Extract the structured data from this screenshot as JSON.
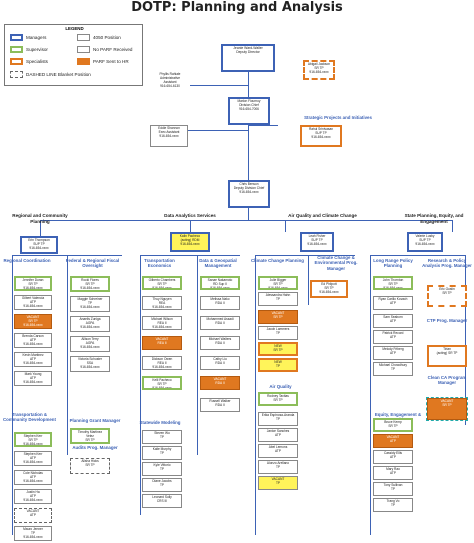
{
  "title": "DOTP: Planning and Analysis",
  "legend": {
    "title": "LEGEND",
    "items": [
      {
        "label": "Managers"
      },
      {
        "label": "4050 Position"
      },
      {
        "label": "Supervisor"
      },
      {
        "label": "No PARF Received"
      },
      {
        "label": "Specialists"
      },
      {
        "label": "PARF Sent to HR"
      },
      {
        "label": "DASHED LINE  Blanket Position"
      }
    ]
  },
  "top": {
    "deputy_director": "Jeanie Ward-Waller\nDeputy Director",
    "admin_assistant": "Phyllis Rahiale\nAdministrative\nAssistant\n916-654-6130",
    "abigail": "Abigail Jackson\nSR TP\n916-654-xxxx",
    "admin_2": "Eddie Shannon\nExec Assistant\n916-654-xxxx",
    "division_chief": "Marlon Flournoy\nDivision Chief\n916-654-7006",
    "strategic_heading": "Strategic Projects and Initiatives",
    "rahul": "Rahul Srinivasan\nSUP TP\n916-654-xxxx",
    "deputy_chief": "Chris Benson\nDeputy Division Chief\n916-654-xxxx"
  },
  "branches": [
    {
      "heading": "Regional and Community Planning",
      "manager": "Erin Thompson\nSUP TP\n916-654-xxxx"
    },
    {
      "heading": "Data Analytics Services",
      "manager": "Kalin Pacheco\n(acting) RDM\n916-654-xxxx"
    },
    {
      "heading": "Air Quality and Climate Change",
      "manager": "Leah Fisher\nSUP TP\n916-654-xxxx"
    },
    {
      "heading": "State Planning, Equity, and Engagement",
      "manager": "Valerie Lusby\nSUP TP\n916-654-xxxx"
    }
  ],
  "sections": {
    "regional_coordination": "Regional Coordination",
    "federal_regional": "Federal & Regional Fiscal Oversight",
    "planning_grant": "Planning Grant Manager",
    "audits": "Audits Prog. Manager",
    "transportation_community": "Transportation & Community Development",
    "transportation_economics": "Transportation Economics",
    "data_geospatial": "Data & Geospatial Management",
    "statewide_modeling": "Statewide Modeling",
    "climate_change_planning": "Climate Change Planning",
    "climate_env": "Climate Change & Environmental Prog. Manager",
    "air_quality": "Air Quality",
    "long_range": "Long Range Policy Planning",
    "research_policy": "Research & Policy Analysis Prog. Manager",
    "ctp": "CTP Prog. Manager",
    "equity": "Equity, Engagement & Health",
    "clean_ca": "Clean CA Program Manager"
  },
  "columns": {
    "col1": [
      {
        "text": "Jennifer Duran\nSR TP\n916-654-xxxx",
        "style": "green"
      },
      {
        "text": "Gilbert Valencia\nATP\n916-654-xxxx",
        "style": "plain"
      },
      {
        "text": "VACANT\nSR TP\n916-654-xxxx",
        "style": "orangefill"
      },
      {
        "text": "Brenda Carson\nATP\n916-654-xxxx",
        "style": "plain"
      },
      {
        "text": "Kevin Martinez\nATP\n916-654-xxxx",
        "style": "plain"
      },
      {
        "text": "Mark Young\nATP\n916-654-xxxx",
        "style": "plain"
      }
    ],
    "col1b": [
      {
        "text": "Stephen Kerr\nSR TP\n916-654-xxxx",
        "style": "green"
      },
      {
        "text": "Stephen Kerr\nATP\n916-654-xxxx",
        "style": "plain"
      },
      {
        "text": "Cole Nicholas\nATP\n916-654-xxxx",
        "style": "plain"
      },
      {
        "text": "Justin Ha\nATP\n916-654-xxxx",
        "style": "plain"
      },
      {
        "text": "VACANT\nATP",
        "style": "dash"
      },
      {
        "text": "Mauro Jenner\nTP\n916-654-xxxx",
        "style": "plain"
      }
    ],
    "col2": [
      {
        "text": "Rocki Flores\nSR TP\n916-654-xxxx",
        "style": "green"
      },
      {
        "text": "Maggie Schreiner\nTP\n916-654-xxxx",
        "style": "plain"
      },
      {
        "text": "Anaelis Zuniga\nAGPA\n916-654-xxxx",
        "style": "plain"
      },
      {
        "text": "Allison Terry\nAGPA\n916-654-xxxx",
        "style": "plain"
      },
      {
        "text": "Victoria Schuster\nSSA\n916-654-xxxx",
        "style": "plain"
      },
      {
        "text": "Timothy Martinez\nVelez\nSR TP",
        "style": "green"
      },
      {
        "text": "Alisha Hicks\nSR TP",
        "style": "dash"
      }
    ],
    "col3": [
      {
        "text": "Gilberto Chambers\nSR TP\n916-654-xxxx",
        "style": "green"
      },
      {
        "text": "Thuy Nguyen\nREA\n916-654-xxxx",
        "style": "plain"
      },
      {
        "text": "Michael Wilson\nREA II\n916-654-xxxx",
        "style": "plain"
      },
      {
        "text": "VACANT\nREA II",
        "style": "orangefill"
      },
      {
        "text": "Dickson Owen\nREA II\n916-654-xxxx",
        "style": "plain"
      },
      {
        "text": "Kelli Pacheco\nSR TP\n916-654-xxxx",
        "style": "green"
      },
      {
        "text": "Steven Wu\nTP",
        "style": "plain"
      },
      {
        "text": "Kalie Murphy\nTP",
        "style": "plain"
      },
      {
        "text": "Kyle Vittorio\nTP",
        "style": "plain"
      },
      {
        "text": "Diane Jacobs\nTP",
        "style": "plain"
      },
      {
        "text": "Leonard Sully\nCRS III",
        "style": "plain"
      }
    ],
    "col4": [
      {
        "text": "Sanae Nakamoto\nRD Sup II\n916-654-xxxx",
        "style": "green"
      },
      {
        "text": "Melissa Nako\nRDA II",
        "style": "plain"
      },
      {
        "text": "Mohammed Assadi\nRDA II",
        "style": "plain"
      },
      {
        "text": "Michael Walters\nRDA II",
        "style": "plain"
      },
      {
        "text": "Cathy Liu\nRDA II",
        "style": "plain"
      },
      {
        "text": "VACANT\nRDA II",
        "style": "orangefill"
      },
      {
        "text": "Russell Walker\nRDA II",
        "style": "plain"
      }
    ],
    "col5": [
      {
        "text": "Julie Bigger\nSR TP\n916-654-xxxx",
        "style": "green"
      },
      {
        "text": "Alessandra Hahn\nTP",
        "style": "plain"
      },
      {
        "text": "VACANT\nSR TP",
        "style": "orangefill"
      },
      {
        "text": "Jacob Lammers\nTP",
        "style": "plain"
      },
      {
        "text": "NEW\nSR TP",
        "style": "orangeyellow"
      },
      {
        "text": "NEW\nTP",
        "style": "orangeyellow"
      },
      {
        "text": "Rodney Tavitas\nSR TP",
        "style": "green"
      },
      {
        "text": "Erika Espinosa-Aranda\nTP",
        "style": "plain"
      },
      {
        "text": "Janice Sanches\nATP",
        "style": "plain"
      },
      {
        "text": "Abel Lemons\nATP",
        "style": "plain"
      },
      {
        "text": "Alonzo Arellano\nTP",
        "style": "plain"
      },
      {
        "text": "VACANT\nTP",
        "style": "yellow"
      }
    ],
    "col5b": [
      {
        "text": "Ed Philpott\nSR TP\n916-654-xxxx",
        "style": "orange"
      }
    ],
    "col6": [
      {
        "text": "John Thornton\nSR TP\n916-654-xxxx",
        "style": "green"
      },
      {
        "text": "Ryan Carillo Kovach\nATP",
        "style": "plain"
      },
      {
        "text": "Sam Seaborn\nATP",
        "style": "plain"
      },
      {
        "text": "Patrick Record\nATP",
        "style": "plain"
      },
      {
        "text": "Melody Friberg\nATP",
        "style": "plain"
      },
      {
        "text": "Michael Chowdhury\nTP",
        "style": "plain"
      },
      {
        "text": "Bruce Kemp\nSR TP",
        "style": "green"
      },
      {
        "text": "VACANT\nATP",
        "style": "orangefill"
      },
      {
        "text": "Cassidy Ellis\nATP",
        "style": "plain"
      },
      {
        "text": "Mary Rao\nATP",
        "style": "plain"
      },
      {
        "text": "Tony Sullivan\nTP",
        "style": "plain"
      },
      {
        "text": "Trang Vo\nTP",
        "style": "plain"
      }
    ],
    "col7": [
      {
        "text": "Eric Gustin\nSR TP",
        "style": "orangedash"
      },
      {
        "text": "Tirian\n(acting) SR TP",
        "style": "orange"
      },
      {
        "text": "VACANT\nSR TP",
        "style": "tealorange"
      }
    ]
  }
}
